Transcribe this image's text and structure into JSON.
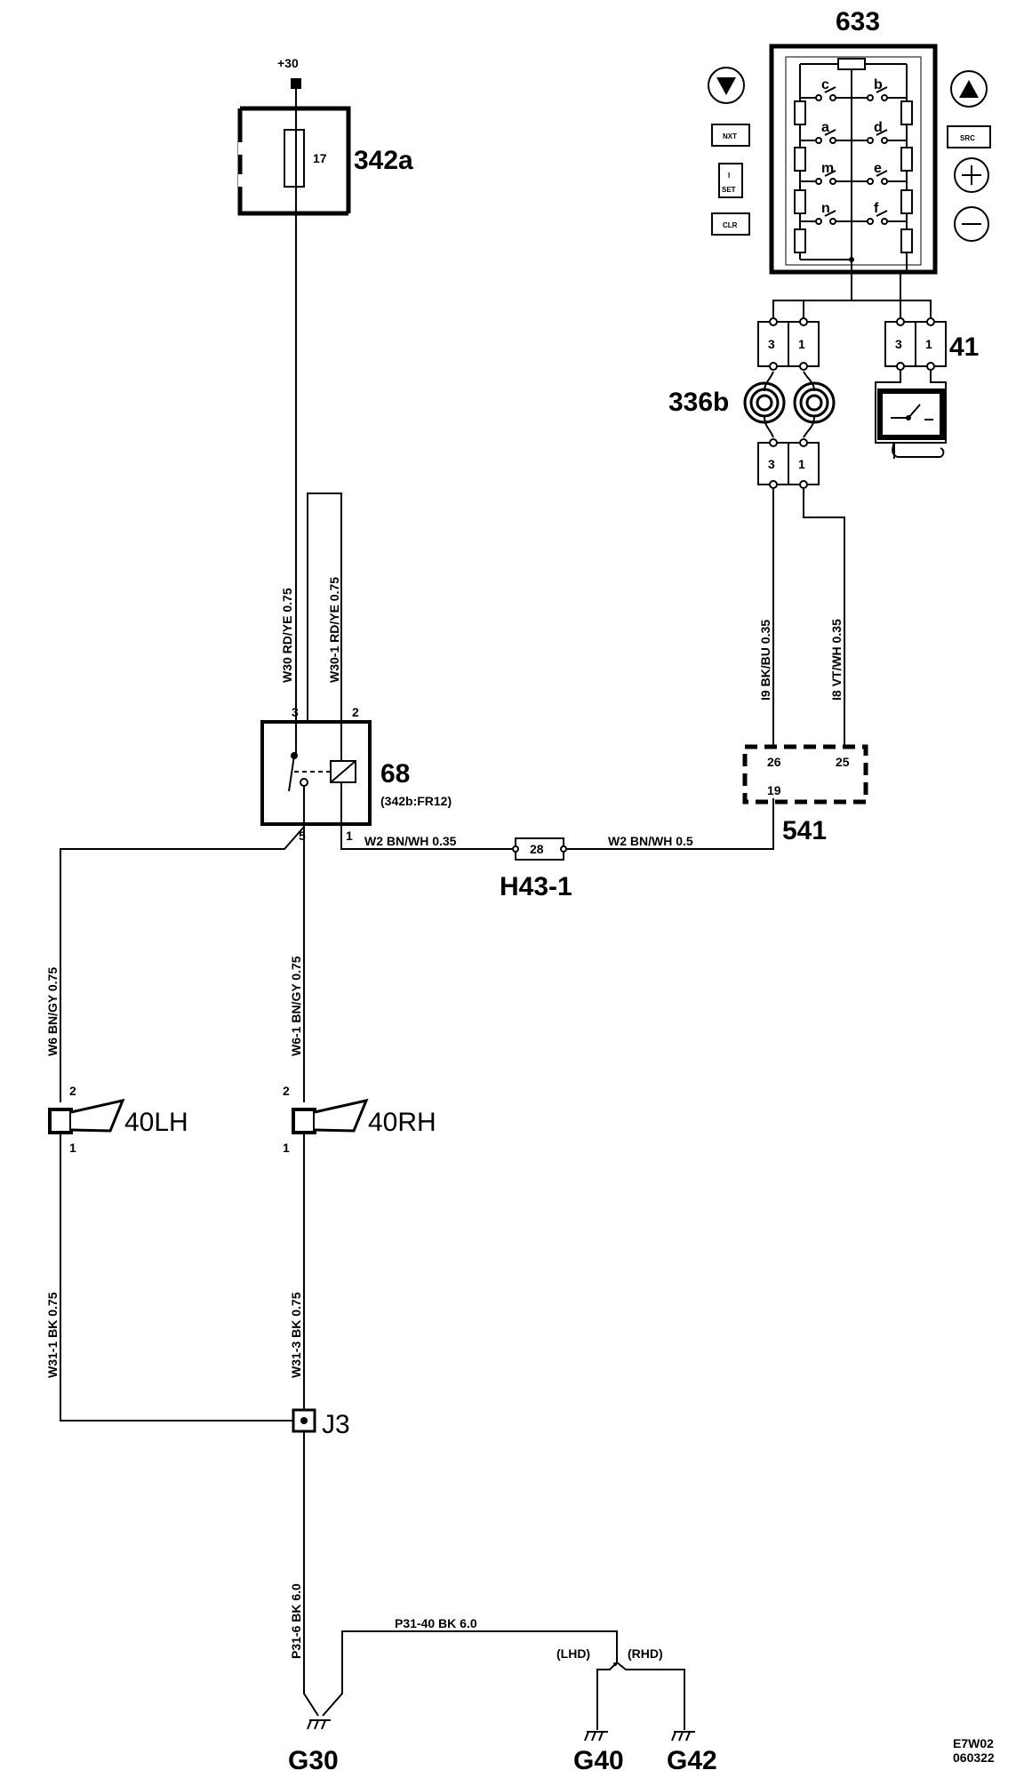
{
  "supply": {
    "label": "+30"
  },
  "fuse_box": {
    "id": "342a",
    "fuse_number": "17"
  },
  "relay": {
    "id": "68",
    "location": "(342b:FR12)",
    "pin3": "3",
    "pin2": "2",
    "pin5": "5",
    "pin1": "1"
  },
  "switch_unit": {
    "id": "633",
    "switch_letters": [
      "c",
      "b",
      "a",
      "d",
      "m",
      "e",
      "n",
      "f"
    ],
    "buttons": {
      "nxt": "NXT",
      "src": "SRC",
      "set_top": "I",
      "set_bottom": "SET",
      "clr": "CLR"
    }
  },
  "connectors": {
    "c41": {
      "id": "41",
      "pin_a": "3",
      "pin_b": "1"
    },
    "upper_336b": {
      "pin_a": "3",
      "pin_b": "1"
    },
    "lower_336b": {
      "pin_a": "3",
      "pin_b": "1"
    }
  },
  "clockspring": {
    "id": "336b"
  },
  "module_541": {
    "id": "541",
    "pin26": "26",
    "pin25": "25",
    "pin19": "19"
  },
  "splice": {
    "id": "H43-1",
    "pin": "28"
  },
  "horns": {
    "lh": {
      "id": "40LH",
      "pin_top": "2",
      "pin_bottom": "1"
    },
    "rh": {
      "id": "40RH",
      "pin_top": "2",
      "pin_bottom": "1"
    }
  },
  "junction": {
    "id": "J3"
  },
  "grounds": {
    "g30": "G30",
    "g40": "G40",
    "g42": "G42"
  },
  "ground_variants": {
    "lhd": "(LHD)",
    "rhd": "(RHD)"
  },
  "wires": {
    "w30": "W30  RD/YE  0.75",
    "w30_1": "W30-1  RD/YE  0.75",
    "i9_bkbu": "I9  BK/BU  0.35",
    "i8_vtwh": "I8  VT/WH  0.35",
    "w2_left": "W2  BN/WH  0.35",
    "w2_right": "W2  BN/WH  0.5",
    "w6": "W6  BN/GY  0.75",
    "w6_1": "W6-1  BN/GY  0.75",
    "w31_1": "W31-1  BK  0.75",
    "w31_3": "W31-3  BK  0.75",
    "p31_6": "P31-6  BK  6.0",
    "p31_40": "P31-40  BK  6.0"
  },
  "footer": {
    "code": "E7W02",
    "date": "060322"
  }
}
